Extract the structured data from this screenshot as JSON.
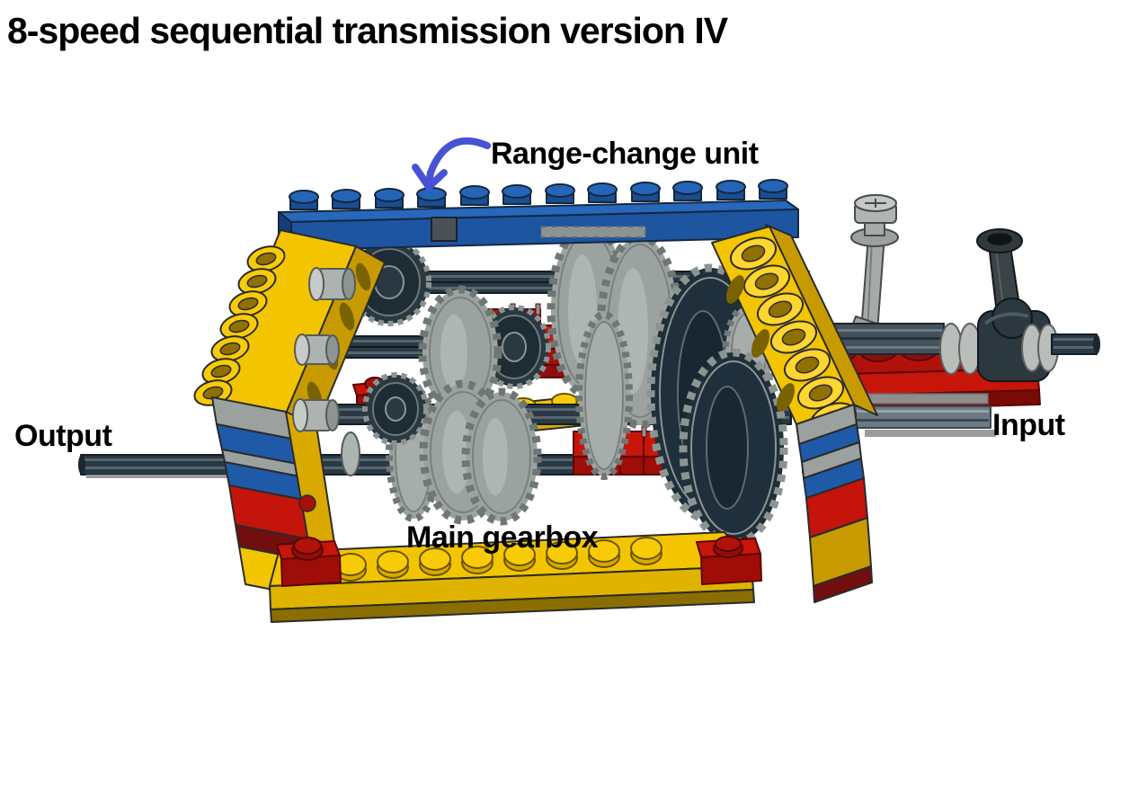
{
  "figure": {
    "title": "8-speed sequential transmission version IV",
    "labels": {
      "range_change_unit": "Range-change unit",
      "main_gearbox": "Main gearbox",
      "output": "Output",
      "input": "Input"
    },
    "colors": {
      "background": "#FFFFFF",
      "text": "#000000",
      "arrow_blue": "#4753D4",
      "lego_yellow": "#F2C500",
      "lego_yellow_bright": "#FFD83D",
      "lego_yellow_shade": "#C79B00",
      "lego_yellow_dark": "#8A6F00",
      "lego_blue": "#1E5AA8",
      "lego_blue_light": "#2565B8",
      "lego_blue_dark": "#163F79",
      "lego_red": "#C8150A",
      "lego_red_shade": "#9E0D07",
      "lego_dark_red": "#720E0F",
      "gear_light_gray": "#9BA29F",
      "gear_light_gray_line": "#6F7774",
      "gear_dark": "#1F2F3B",
      "gear_dark_rim": "#8C9492",
      "axle_dark": "#2B3945",
      "axle_highlight": "#55666F",
      "bushing_gray": "#B9BEBB",
      "lever_light_gray": "#A4ABA8",
      "lever_dark_gray": "#3C4448"
    }
  }
}
